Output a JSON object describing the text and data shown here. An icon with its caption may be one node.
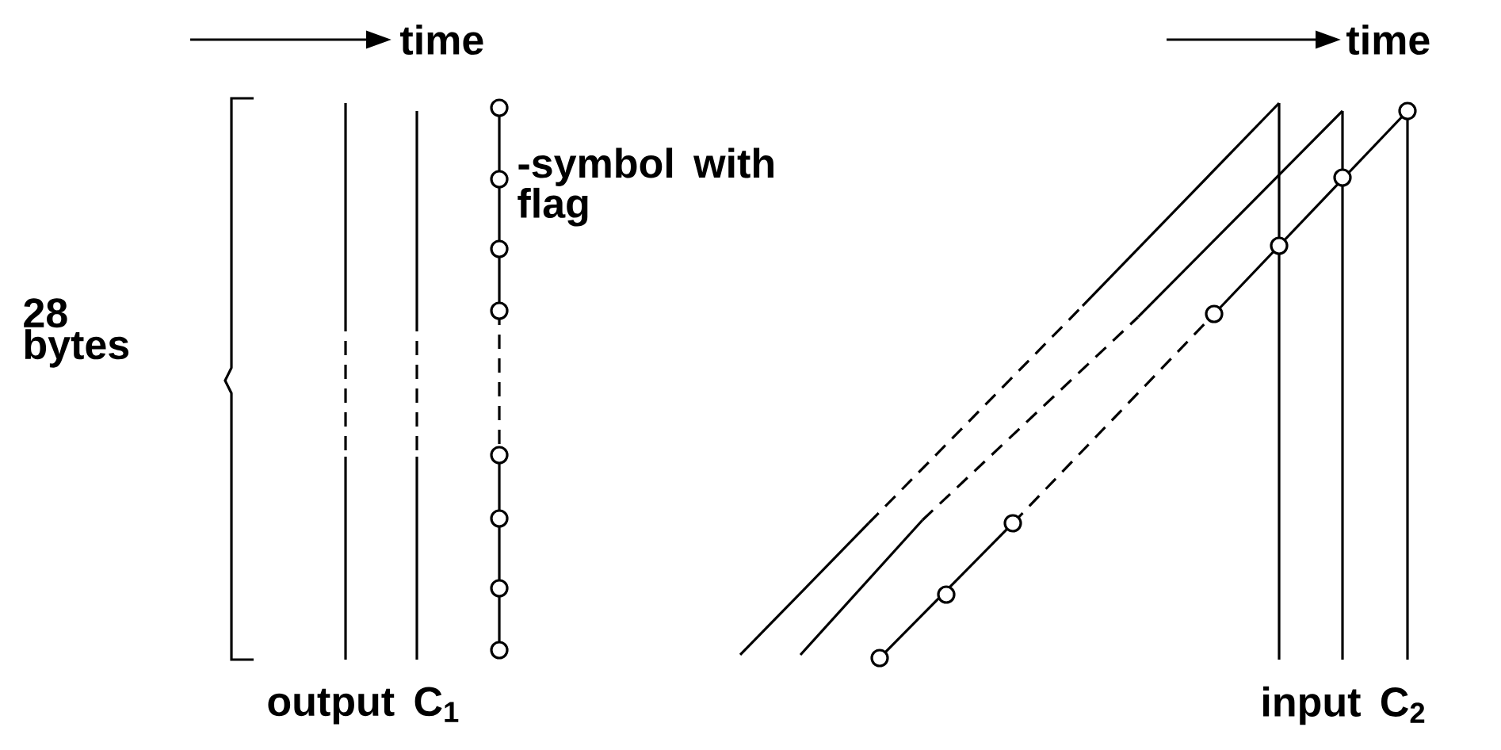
{
  "diagram": {
    "labels": [
      "time",
      "time",
      "-symbol with flag",
      "28 bytes",
      "output C$_{1}$",
      "input C$_{2}$"
    ]
  }
}
